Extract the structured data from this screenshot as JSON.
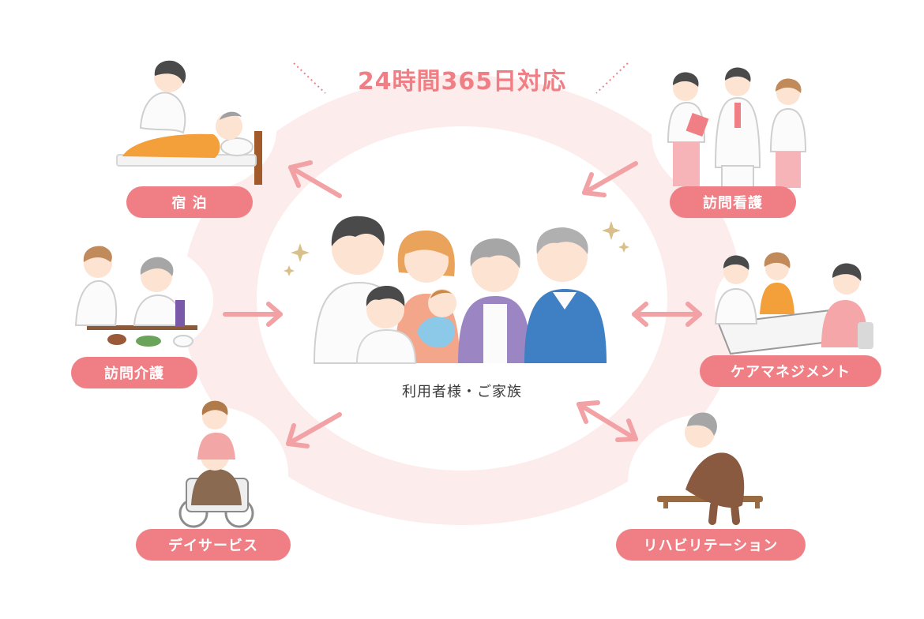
{
  "title": "24時間365日対応",
  "center_label": "利用者様・ご家族",
  "services": {
    "stay": "宿 泊",
    "home_nursing": "訪問看護",
    "home_care": "訪問介護",
    "care_management": "ケアマネジメント",
    "day_service": "デイサービス",
    "rehabilitation": "リハビリテーション"
  },
  "colors": {
    "accent": "#f07f85",
    "ring": "#fcecec",
    "arrow": "#f2a1a5",
    "title": "#f07f85"
  }
}
